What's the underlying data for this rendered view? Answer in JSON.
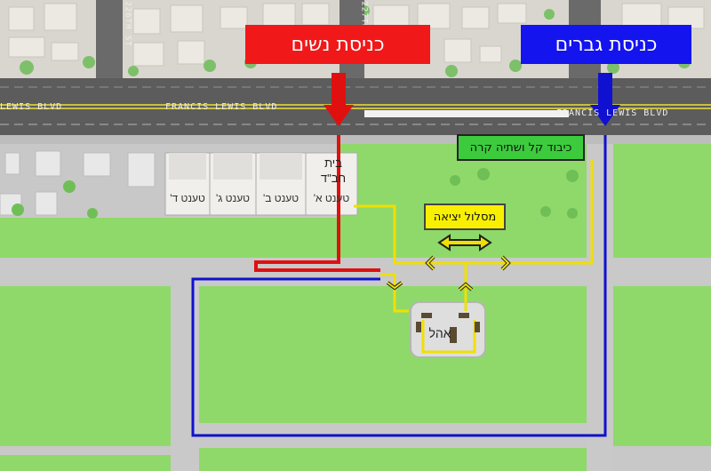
{
  "banners": {
    "women_entrance": "כניסת נשים",
    "men_entrance": "כניסת גברים"
  },
  "labels": {
    "refreshments": "כיבוד קל ושתיה קרה",
    "exit_route": "מסלול יציאה",
    "chabad_house_line1": "בית",
    "chabad_house_line2": "חב\"ד",
    "ohel": "אהל"
  },
  "tents": [
    "טענט א'",
    "טענט ב'",
    "טענט ג'",
    "טענט ד'"
  ],
  "streets": {
    "main": "FRANCIS LEWIS BLVD",
    "left": "LEWIS BLVD",
    "right": "FRANCIS LEWIS BLVD",
    "cross1": "226TH ST",
    "cross2": "227TH ST"
  },
  "colors": {
    "women_route": "#e01010",
    "men_route": "#1010d0",
    "exit_route": "#f0e000",
    "lawn": "#8fd96a",
    "road": "#5c5c5c",
    "path": "#c9c9c9"
  },
  "icons": [
    "down-arrow-icon",
    "double-arrow-icon",
    "chevron-icon"
  ]
}
